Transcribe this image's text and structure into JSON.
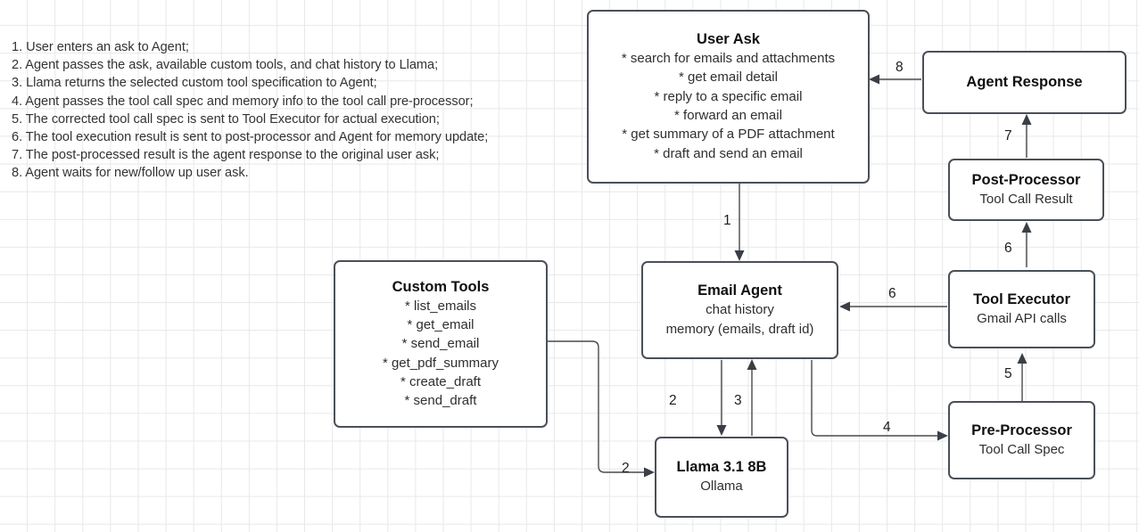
{
  "legend": {
    "title": "process-steps",
    "steps": [
      "1. User enters an ask to Agent;",
      "2. Agent passes the ask, available custom tools, and chat history to Llama;",
      "3. Llama returns the selected custom tool specification to Agent;",
      "4. Agent passes the tool call spec and memory info to the tool call pre-processor;",
      "5. The corrected tool call spec is sent to Tool Executor for actual execution;",
      "6. The tool execution result is sent to post-processor and Agent for memory update;",
      "7. The post-processed result is the agent response to the original user ask;",
      "8. Agent waits for new/follow up user ask."
    ]
  },
  "nodes": {
    "user_ask": {
      "title": "User Ask",
      "bullets": [
        "* search for emails and attachments",
        "* get email detail",
        "* reply to a specific email",
        "* forward an email",
        "* get summary of a PDF attachment",
        "* draft and send an email"
      ]
    },
    "agent_response": {
      "title": "Agent Response"
    },
    "post_processor": {
      "title": "Post-Processor",
      "sub": "Tool Call Result"
    },
    "tool_executor": {
      "title": "Tool Executor",
      "sub": "Gmail API calls"
    },
    "pre_processor": {
      "title": "Pre-Processor",
      "sub": "Tool Call Spec"
    },
    "email_agent": {
      "title": "Email Agent",
      "sub1": "chat history",
      "sub2": "memory (emails, draft id)"
    },
    "custom_tools": {
      "title": "Custom Tools",
      "bullets": [
        "* list_emails",
        "* get_email",
        "* send_email",
        "* get_pdf_summary",
        "* create_draft",
        "* send_draft"
      ]
    },
    "llama": {
      "title": "Llama 3.1 8B",
      "sub": "Ollama"
    }
  },
  "edges": {
    "user_ask_to_email_agent": "1",
    "email_agent_to_llama": "2",
    "custom_tools_to_llama": "2",
    "llama_to_email_agent": "3",
    "email_agent_to_pre_processor": "4",
    "pre_processor_to_tool_executor": "5",
    "tool_executor_to_email_agent": "6",
    "tool_executor_to_post_processor": "6",
    "post_processor_to_agent_response": "7",
    "agent_response_to_user_ask": "8"
  },
  "colors": {
    "node_border": "#4a5059",
    "node_fill": "#ffffff",
    "grid_line": "#e8e8e8",
    "wire": "#4a4a4a",
    "text": "#1d1d1d"
  }
}
